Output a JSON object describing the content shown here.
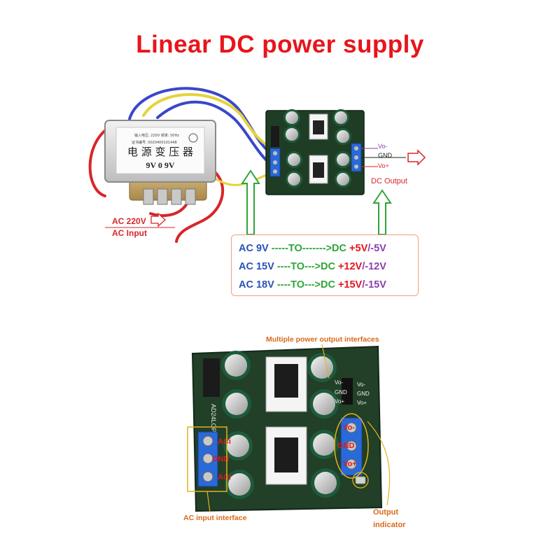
{
  "title": "Linear DC power supply",
  "transformer": {
    "line1": "输入电压: 220V  频率: 50Hz",
    "line2": "证书编号: 0020400101448",
    "name": "电 源 变 压 器",
    "taps": "9V   0   9V"
  },
  "top_board": {
    "pins": [
      "Vo-",
      "GND",
      "Vo+"
    ],
    "dc_output_label": "DC Output"
  },
  "ac_input": {
    "line1": "AC 220V",
    "line2": "AC Input"
  },
  "conversions": [
    {
      "ac": "AC 9V",
      "arrow": "-----TO------->",
      "dc": "DC",
      "pos": "+5V",
      "sep": "/",
      "neg": "-5V"
    },
    {
      "ac": "AC 15V",
      "arrow": "----TO--->",
      "dc": "DC",
      "pos": "+12V",
      "sep": "/",
      "neg": "-12V"
    },
    {
      "ac": "AC 18V",
      "arrow": "----TO--->",
      "dc": "DC",
      "pos": "+15V",
      "sep": "/",
      "neg": "-15V"
    }
  ],
  "bottom_board": {
    "multi_output_label": "Multiple power output interfaces",
    "model": "AD24LOPA",
    "small_pins": [
      "Vo-",
      "GND",
      "Vo+"
    ],
    "small_pins_right": [
      "Vo-",
      "GND",
      "Vo+"
    ],
    "left_terminal": [
      "ACi",
      "GND",
      "ACi"
    ],
    "right_terminal": [
      "Vo-",
      "GND",
      "Vo+"
    ],
    "ac_input_interface_label": "AC input interface",
    "output_indicator_line1": "Output",
    "output_indicator_line2": "indicator"
  },
  "colors": {
    "title": "#e8141b",
    "pcb": "#1f3d25",
    "capacitor": "#1d5b3a",
    "terminal": "#2a69d8",
    "arrow_green": "#2fa53a",
    "annotation_orange": "#d9691a",
    "annotation_yellow": "#e2b21d"
  }
}
